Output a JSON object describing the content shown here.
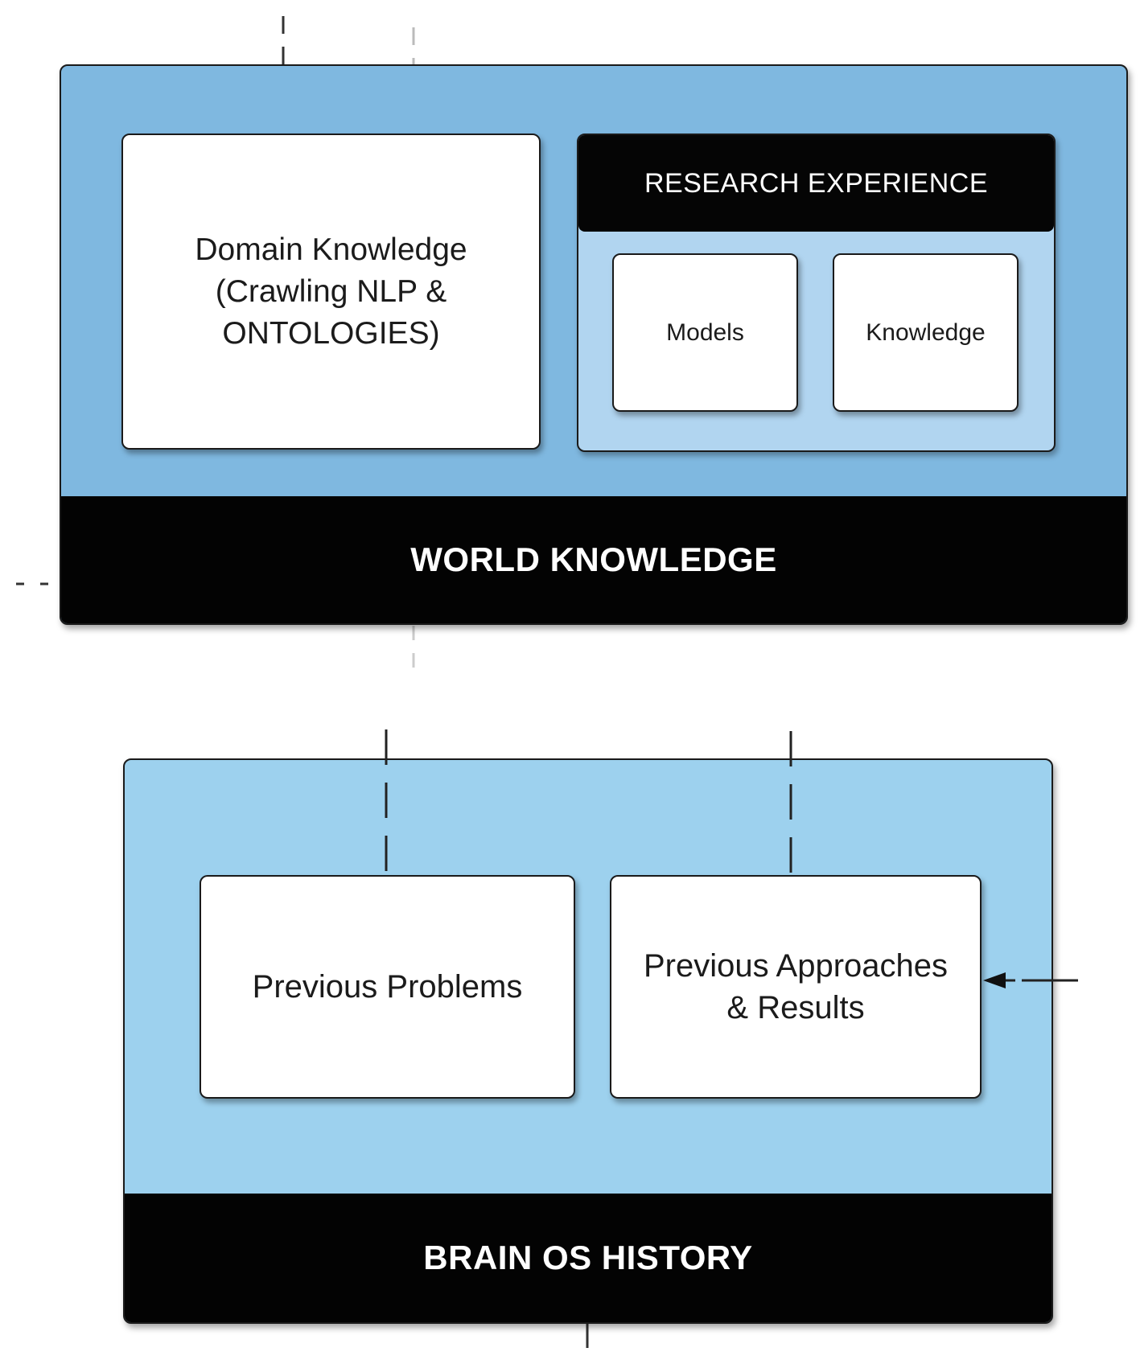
{
  "world_knowledge": {
    "title": "WORLD KNOWLEDGE",
    "domain_card": "Domain Knowledge\n(Crawling NLP &\nONTOLOGIES)",
    "research_experience": {
      "title": "RESEARCH EXPERIENCE",
      "items": [
        "Models",
        "Knowledge"
      ]
    }
  },
  "brain_os_history": {
    "title": "BRAIN OS HISTORY",
    "items": [
      "Previous Problems",
      "Previous Approaches\n& Results"
    ]
  },
  "colors": {
    "world_panel": "#7fb8e0",
    "brain_panel": "#9dd1ee",
    "research_panel": "#b1d5f0",
    "bar": "#030303",
    "card": "#ffffff"
  }
}
